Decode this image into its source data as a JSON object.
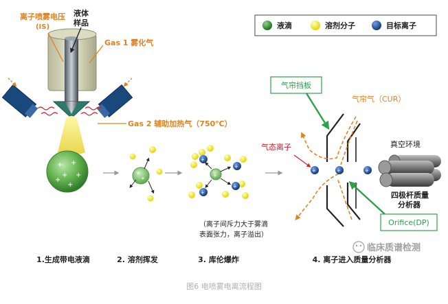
{
  "labels": {
    "is_voltage": "离子喷雾电压",
    "is_abbr": "(IS)",
    "liquid_sample_1": "液体",
    "liquid_sample_2": "样品",
    "gas1": "Gas 1 雾化气",
    "gas2": "Gas 2 辅助加热气（750℃）",
    "curtain_plate": "气帘挡板",
    "curtain_gas": "气帘气（CUR）",
    "gas_ions": "气态离子",
    "vacuum": "真空环境",
    "quad_1": "四极杆质量",
    "quad_2": "分析器",
    "orifice": "Orifice(DP)",
    "explode_note_1": "（离子间斥力大于雾滴",
    "explode_note_2": "表面张力，离子溢出）",
    "watermark": "临床质谱检测",
    "caption": "图6 电喷雾电离流程图"
  },
  "legend": [
    {
      "name": "legend-droplet",
      "label": "液滴",
      "color": "#2e8b2e"
    },
    {
      "name": "legend-solvent",
      "label": "溶剂分子",
      "color": "#f2e600"
    },
    {
      "name": "legend-target",
      "label": "目标离子",
      "color": "#1d4f9c"
    }
  ],
  "steps": [
    {
      "label": "1.生成带电液滴"
    },
    {
      "label": "2. 溶剂挥发"
    },
    {
      "label": "3. 库伦爆炸"
    },
    {
      "label": "4. 离子进入质量分析器"
    }
  ],
  "colors": {
    "orange": "#e0821e",
    "green_label": "#2e9f4a",
    "red": "#d0202a",
    "navy": "#1d4f9c",
    "yellow": "#f2e600",
    "droplet": "#6cbf5a"
  }
}
